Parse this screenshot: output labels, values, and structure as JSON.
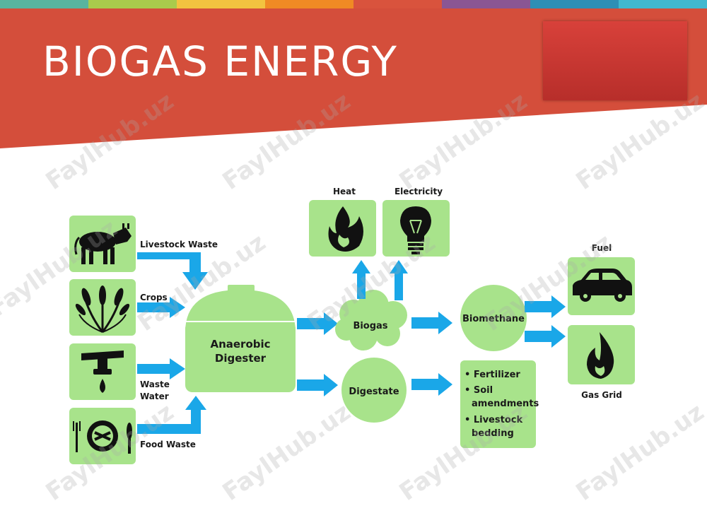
{
  "slide": {
    "title": "BIOGAS ENERGY",
    "colors": {
      "header": "#d44e3b",
      "panel": "#a8e38b",
      "arrow": "#1aa7e8",
      "topbar": [
        "#59b49f",
        "#a9cb4c",
        "#f2c340",
        "#f08a24",
        "#d9533d",
        "#8a5693",
        "#2e8fb5",
        "#41b8cf"
      ]
    }
  },
  "diagram": {
    "inputs": [
      {
        "label": "Livestock Waste",
        "icon": "cow-icon"
      },
      {
        "label": "Crops",
        "icon": "wheat-icon"
      },
      {
        "label_lines": [
          "Waste",
          "Water"
        ],
        "icon": "faucet-icon"
      },
      {
        "label": "Food Waste",
        "icon": "plate-cutlery-icon"
      }
    ],
    "digester_lines": [
      "Anaerobic",
      "Digester"
    ],
    "biogas": "Biogas",
    "digestate": "Digestate",
    "heat": {
      "label": "Heat",
      "icon": "flame-icon"
    },
    "electricity": {
      "label": "Electricity",
      "icon": "lightbulb-icon"
    },
    "biomethane": "Biomethane",
    "fuel": {
      "label": "Fuel",
      "icon": "car-icon"
    },
    "gas_grid": {
      "label": "Gas Grid",
      "icon": "gas-flame-icon"
    },
    "products": [
      "• Fertilizer",
      "• Soil",
      "amendments",
      "• Livestock",
      "bedding"
    ]
  },
  "watermark": "FaylHub.uz"
}
